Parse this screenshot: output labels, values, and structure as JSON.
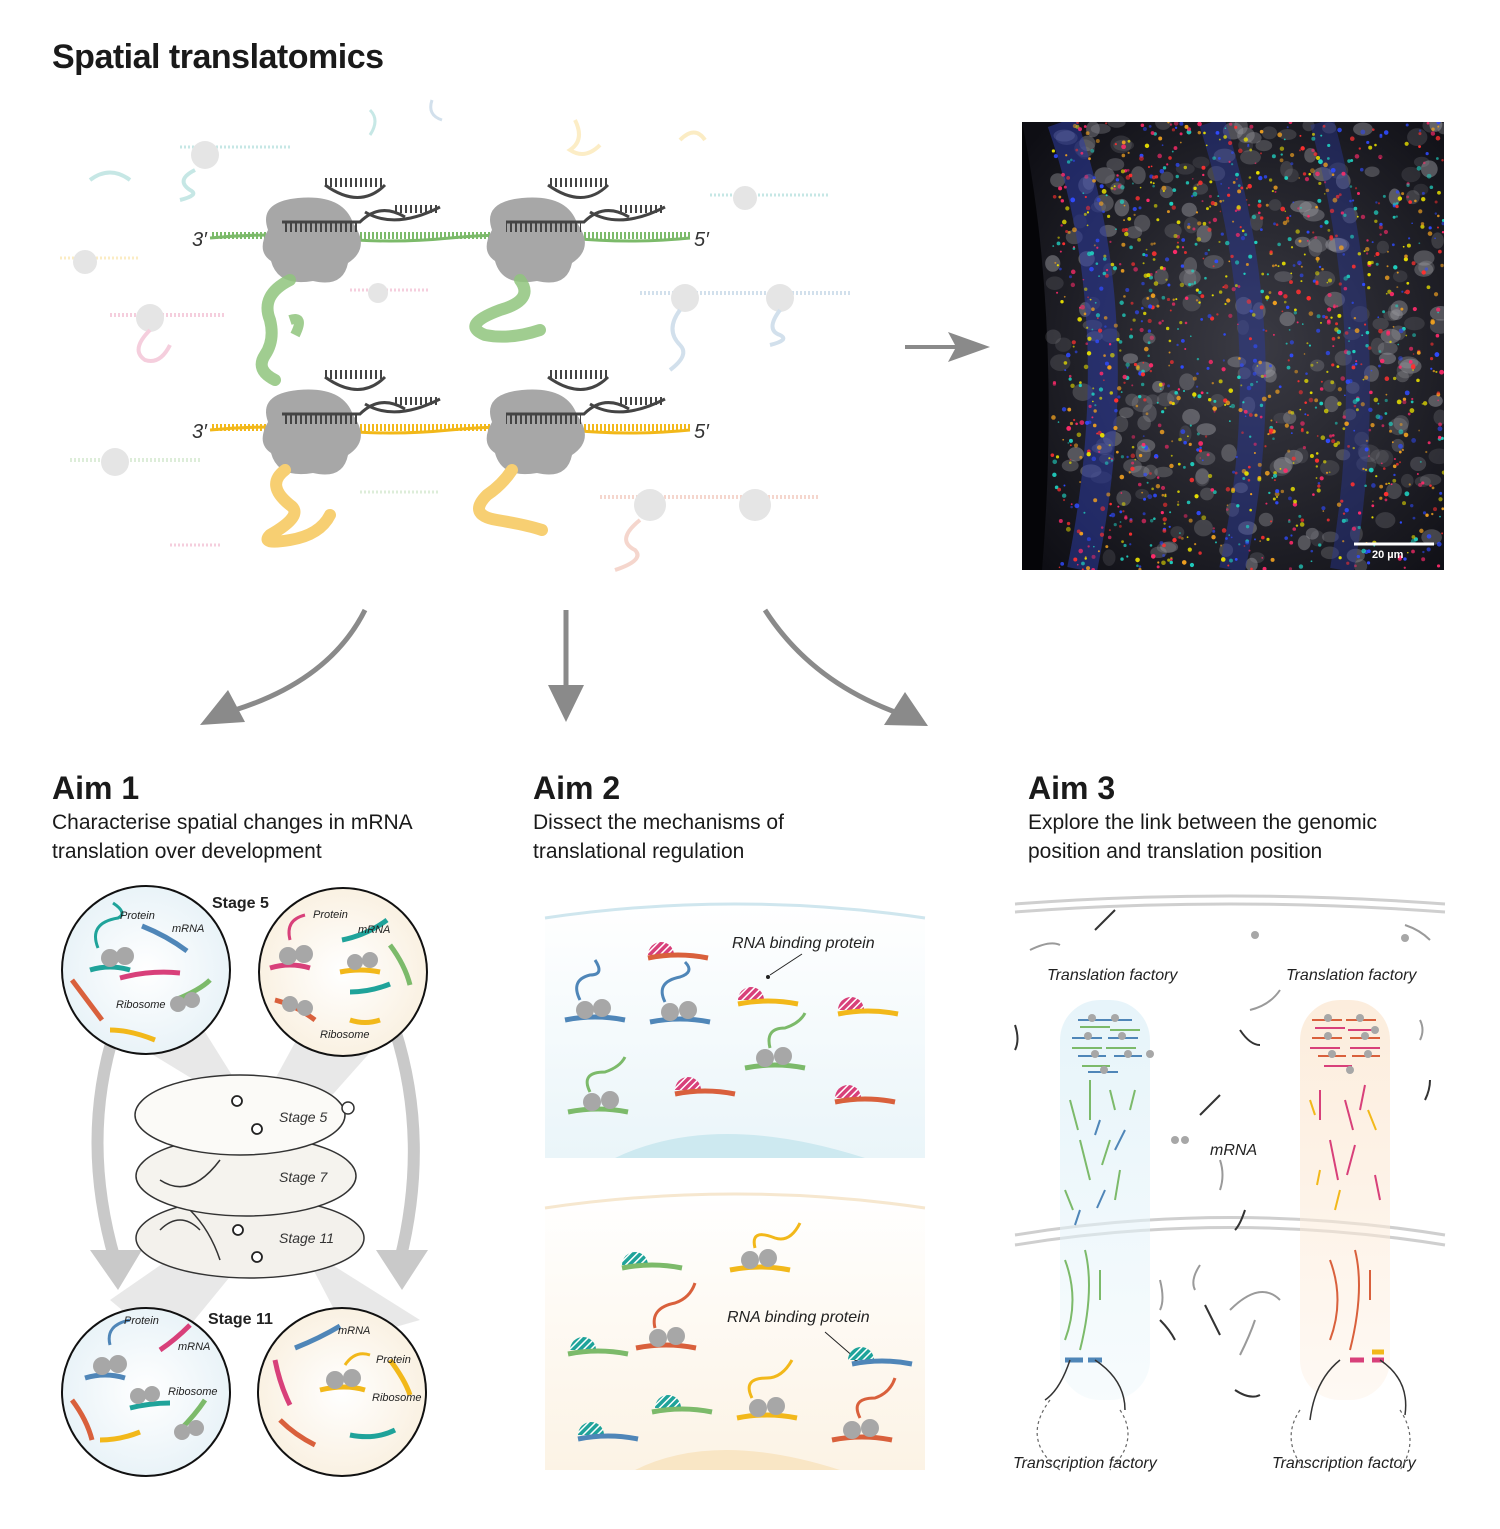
{
  "title": "Spatial translatomics",
  "top": {
    "end_label_3": "3′",
    "end_label_5": "5′",
    "scale_bar": "20 µm"
  },
  "aims": [
    {
      "heading": "Aim 1",
      "line1": "Characterise spatial changes in mRNA",
      "line2": "translation over development"
    },
    {
      "heading": "Aim 2",
      "line1": "Dissect the mechanisms of",
      "line2": "translational regulation"
    },
    {
      "heading": "Aim 3",
      "line1": "Explore the link between the genomic",
      "line2": "position and translation position"
    }
  ],
  "aim1": {
    "stage5_label": "Stage 5",
    "stage11_label": "Stage 11",
    "embryo_labels": [
      "Stage 5",
      "Stage 7",
      "Stage 11"
    ],
    "protein": "Protein",
    "mrna": "mRNA",
    "ribosome": "Ribosome"
  },
  "aim2": {
    "rbp_label": "RNA binding protein"
  },
  "aim3": {
    "translation_factory": "Translation factory",
    "mrna": "mRNA",
    "transcription_factory": "Transcription factory"
  },
  "colors": {
    "green": "#7cba6a",
    "yellow": "#f2b81a",
    "blue": "#4f86b8",
    "pink": "#d8407a",
    "teal": "#1fa39a",
    "orange": "#d9603c",
    "ribosome": "#a7a7a7",
    "arrow": "#8a8a8a"
  }
}
